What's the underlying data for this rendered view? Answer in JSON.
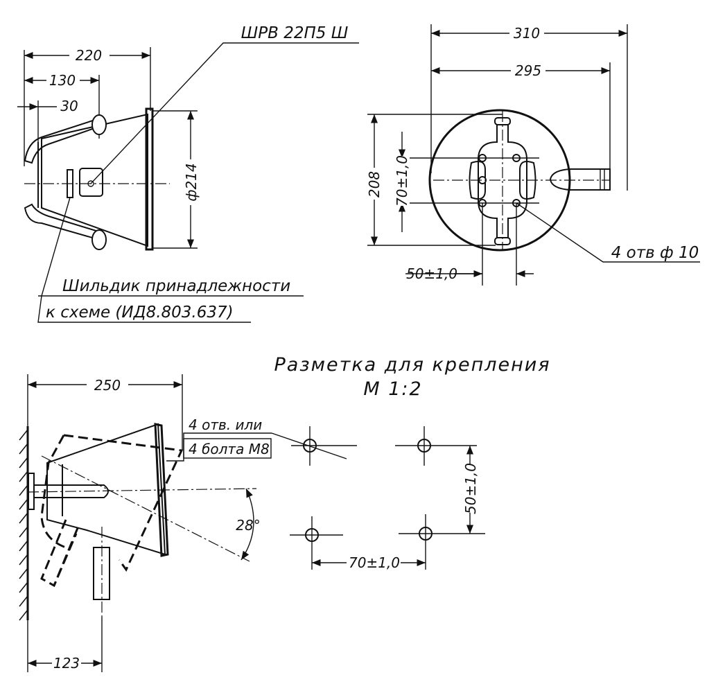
{
  "side_view": {
    "dim_overall": "220",
    "dim_mid": "130",
    "dim_short": "30",
    "dim_diameter": "ф214",
    "connector_label": "ШРВ 22П5 Ш",
    "plate_label_line1": "Шильдик принадлежности",
    "plate_label_line2": "к схеме (ИД8.803.637)"
  },
  "rear_view": {
    "dim_width_outer": "310",
    "dim_width_inner": "295",
    "dim_height": "208",
    "dim_hole_spacing_v": "70±1,0",
    "dim_hole_spacing_h": "50±1,0",
    "holes_label": "4 отв ф 10"
  },
  "mounted_view": {
    "dim_length": "250",
    "dim_offset": "123",
    "dim_angle": "28°",
    "fasteners_line1": "4 отв. или",
    "fasteners_line2": "4 болта М8"
  },
  "marking": {
    "title": "Разметка для крепления",
    "scale": "М 1:2",
    "dim_vertical": "50±1,0",
    "dim_horizontal": "70±1,0"
  }
}
